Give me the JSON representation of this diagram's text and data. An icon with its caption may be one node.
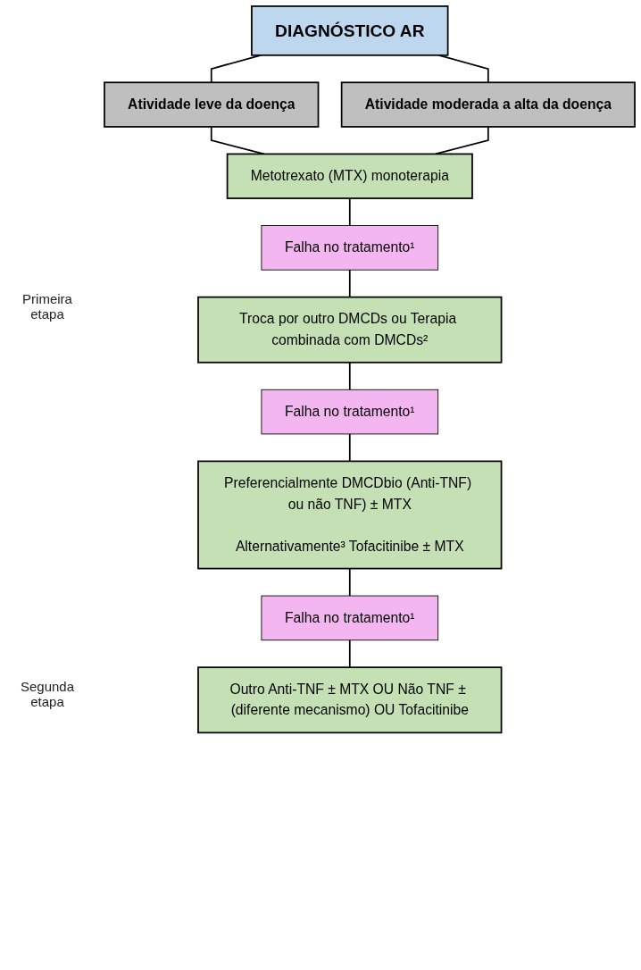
{
  "diagram": {
    "nodes": [
      {
        "text": [
          "DIAGNÓSTICO AR"
        ]
      },
      {
        "text": [
          "Atividade leve da doença"
        ]
      },
      {
        "text": [
          "Atividade moderada a alta da doença"
        ]
      },
      {
        "text": [
          "Metotrexato (MTX) monoterapia"
        ]
      },
      {
        "text": [
          "Falha no tratamento¹"
        ]
      },
      {
        "text": [
          "Troca por outro DMCDs ou Terapia combinada com DMCDs²"
        ]
      },
      {
        "text": [
          "Falha no tratamento¹"
        ]
      },
      {
        "text": [
          "Preferencialmente DMCDbio (Anti-TNF) ou não TNF) ± MTX",
          "Alternativamente³ Tofacitinibe ± MTX"
        ]
      },
      {
        "text": [
          "Falha no tratamento¹"
        ]
      },
      {
        "text": [
          "Outro Anti-TNF ± MTX OU Não TNF ± (diferente mecanismo) OU Tofacitinibe"
        ]
      }
    ],
    "edges": [
      {
        "from": 0,
        "to": 1,
        "arrow": "none"
      },
      {
        "from": 0,
        "to": 2,
        "arrow": "none"
      },
      {
        "from": 1,
        "to": 3,
        "arrow": "none"
      },
      {
        "from": 2,
        "to": 3,
        "arrow": "none"
      },
      {
        "from": 3,
        "to": 4,
        "arrow": "none"
      },
      {
        "from": 4,
        "to": 5,
        "arrow": "none"
      },
      {
        "from": 5,
        "to": 6,
        "arrow": "none"
      },
      {
        "from": 6,
        "to": 7,
        "arrow": "none"
      },
      {
        "from": 7,
        "to": 8,
        "arrow": "none"
      },
      {
        "from": 8,
        "to": 9,
        "arrow": "none"
      }
    ],
    "labels": [
      "Primeira etapa",
      "Segunda etapa"
    ]
  }
}
